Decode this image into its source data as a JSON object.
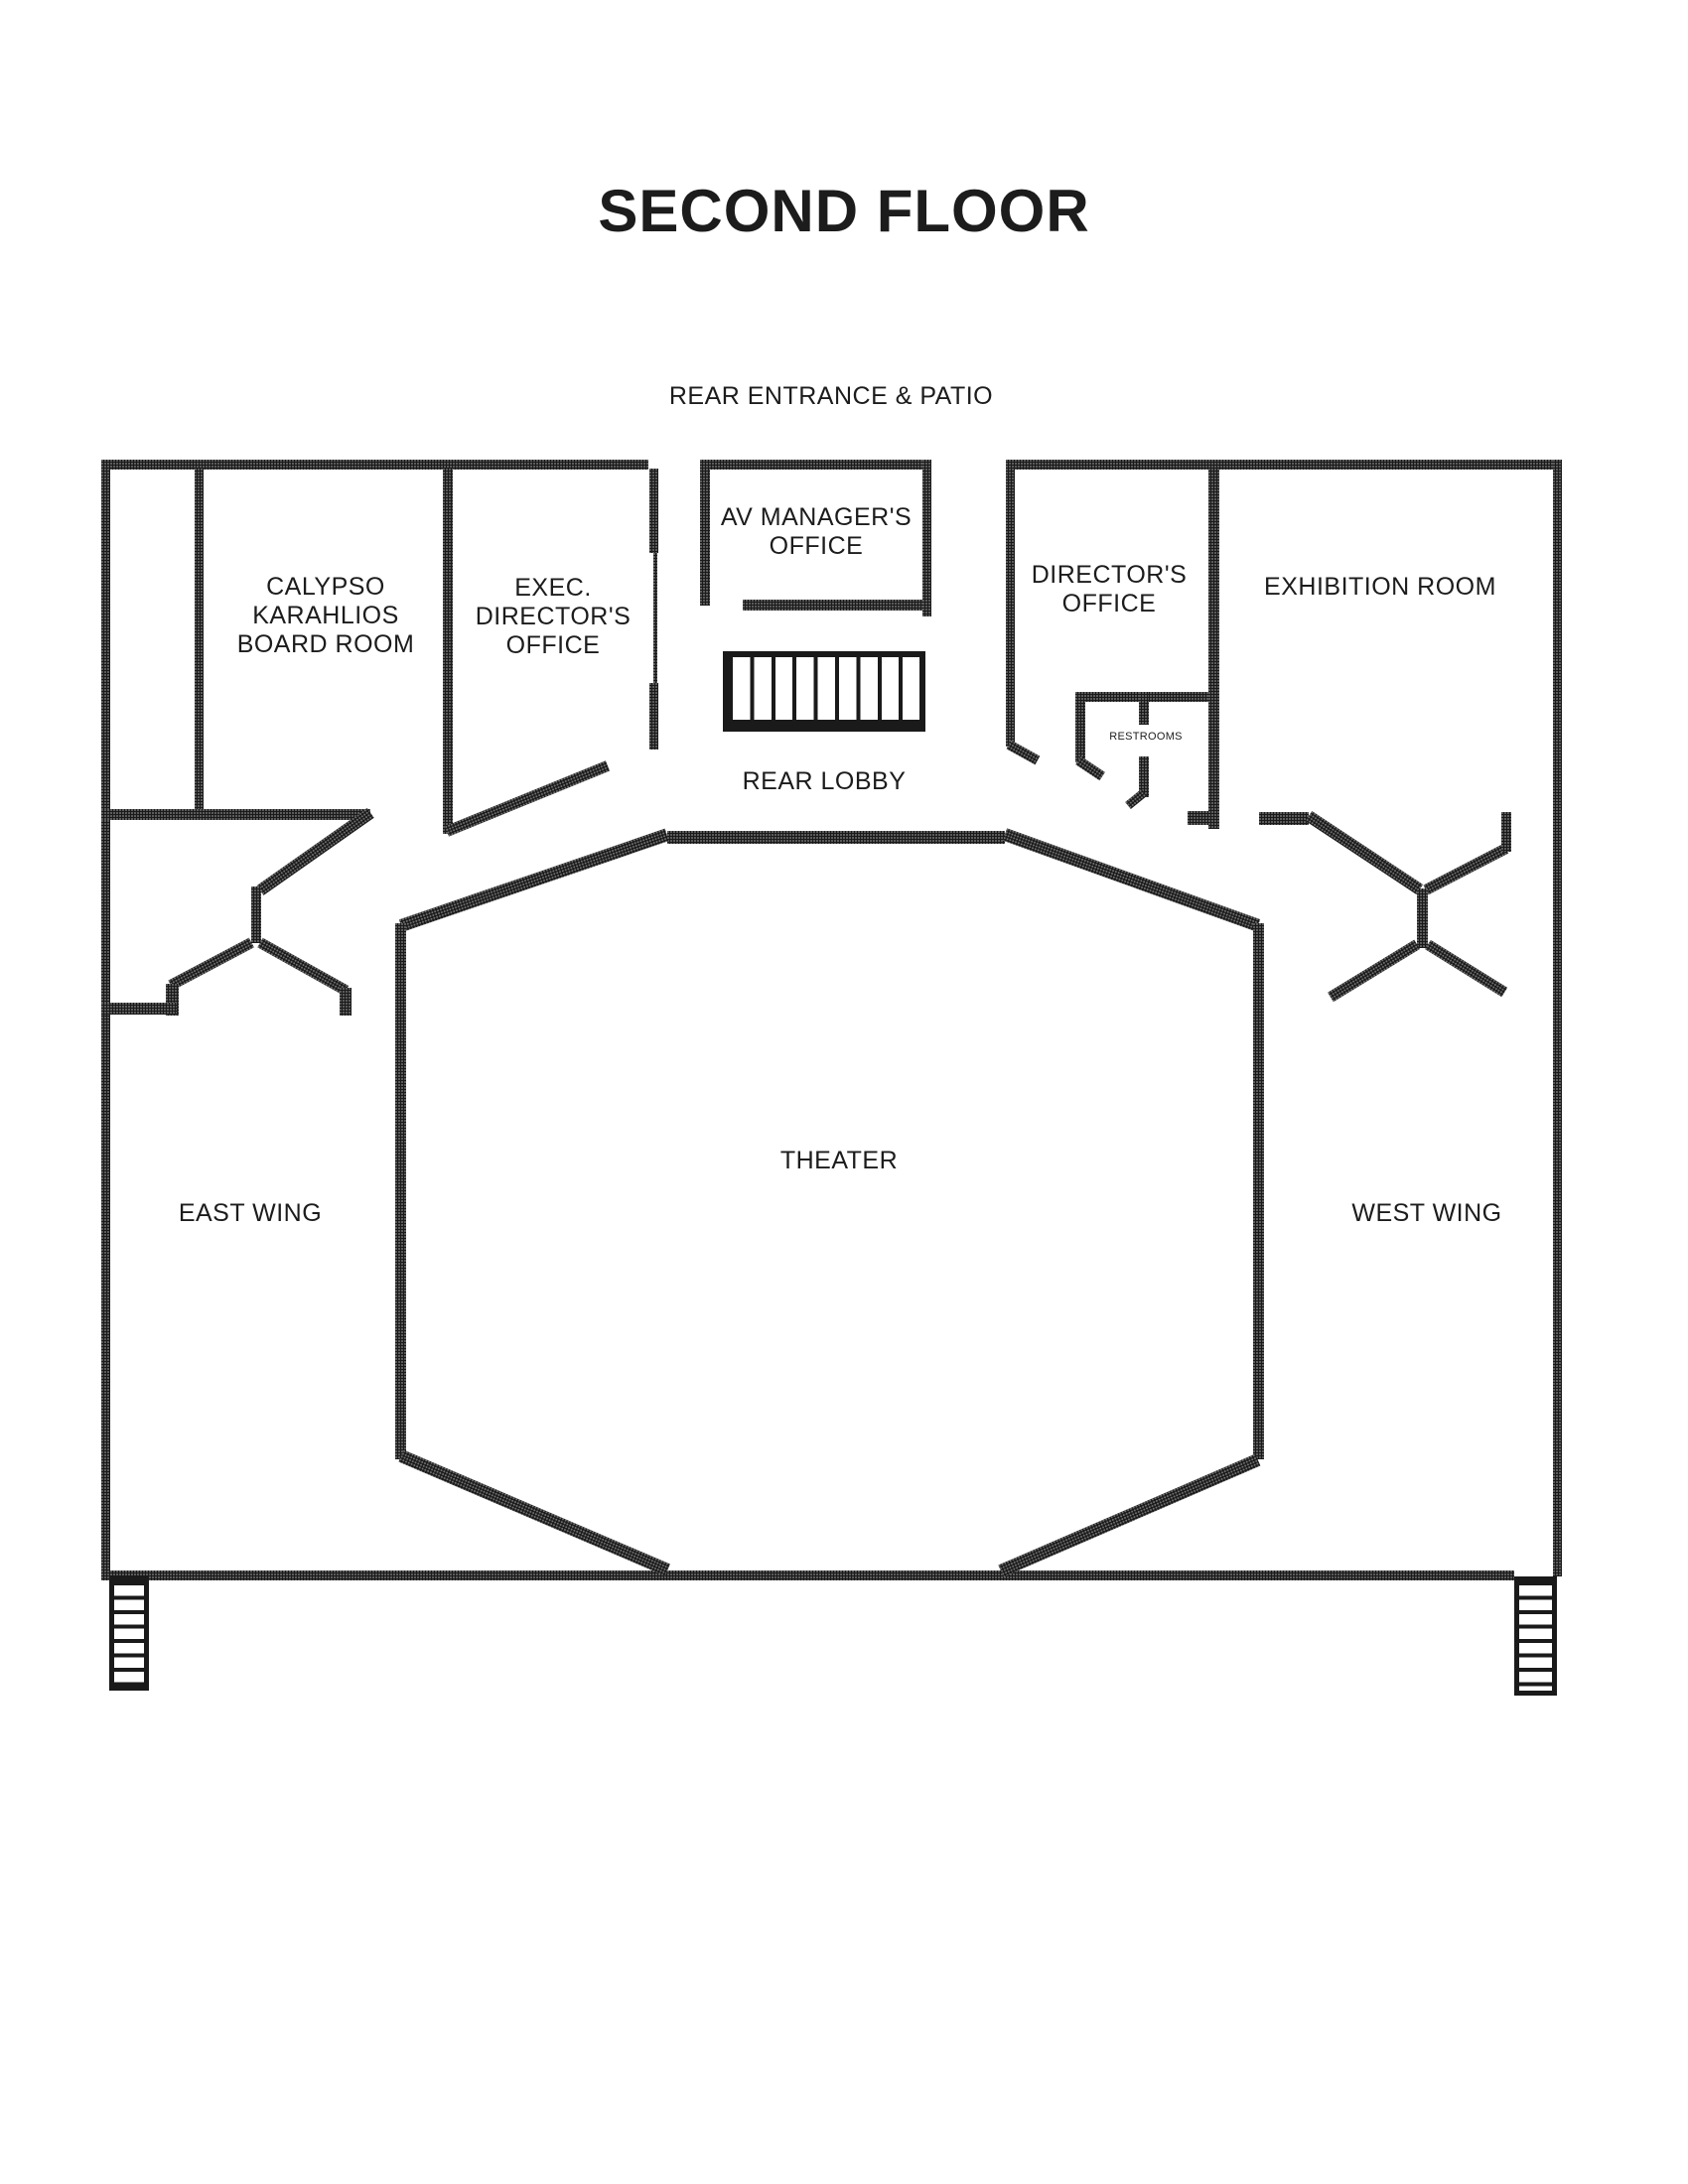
{
  "title": "SECOND FLOOR",
  "labels": {
    "rear_entrance": "REAR ENTRANCE & PATIO",
    "board_room": "CALYPSO\nKARAHLIOS\nBOARD ROOM",
    "exec_office": "EXEC.\nDIRECTOR'S\nOFFICE",
    "av_office": "AV MANAGER'S\nOFFICE",
    "director_office": "DIRECTOR'S\nOFFICE",
    "exhibition_room": "EXHIBITION ROOM",
    "restrooms": "RESTROOMS",
    "rear_lobby": "REAR LOBBY",
    "theater": "THEATER",
    "east_wing": "EAST WING",
    "west_wing": "WEST WING"
  },
  "stairs": {
    "rear_lobby_steps": 9,
    "exterior_left_steps": 8,
    "exterior_right_steps": 8
  },
  "colors": {
    "wall": "#1a1a1a",
    "text": "#1c1c1c",
    "background": "#ffffff"
  }
}
